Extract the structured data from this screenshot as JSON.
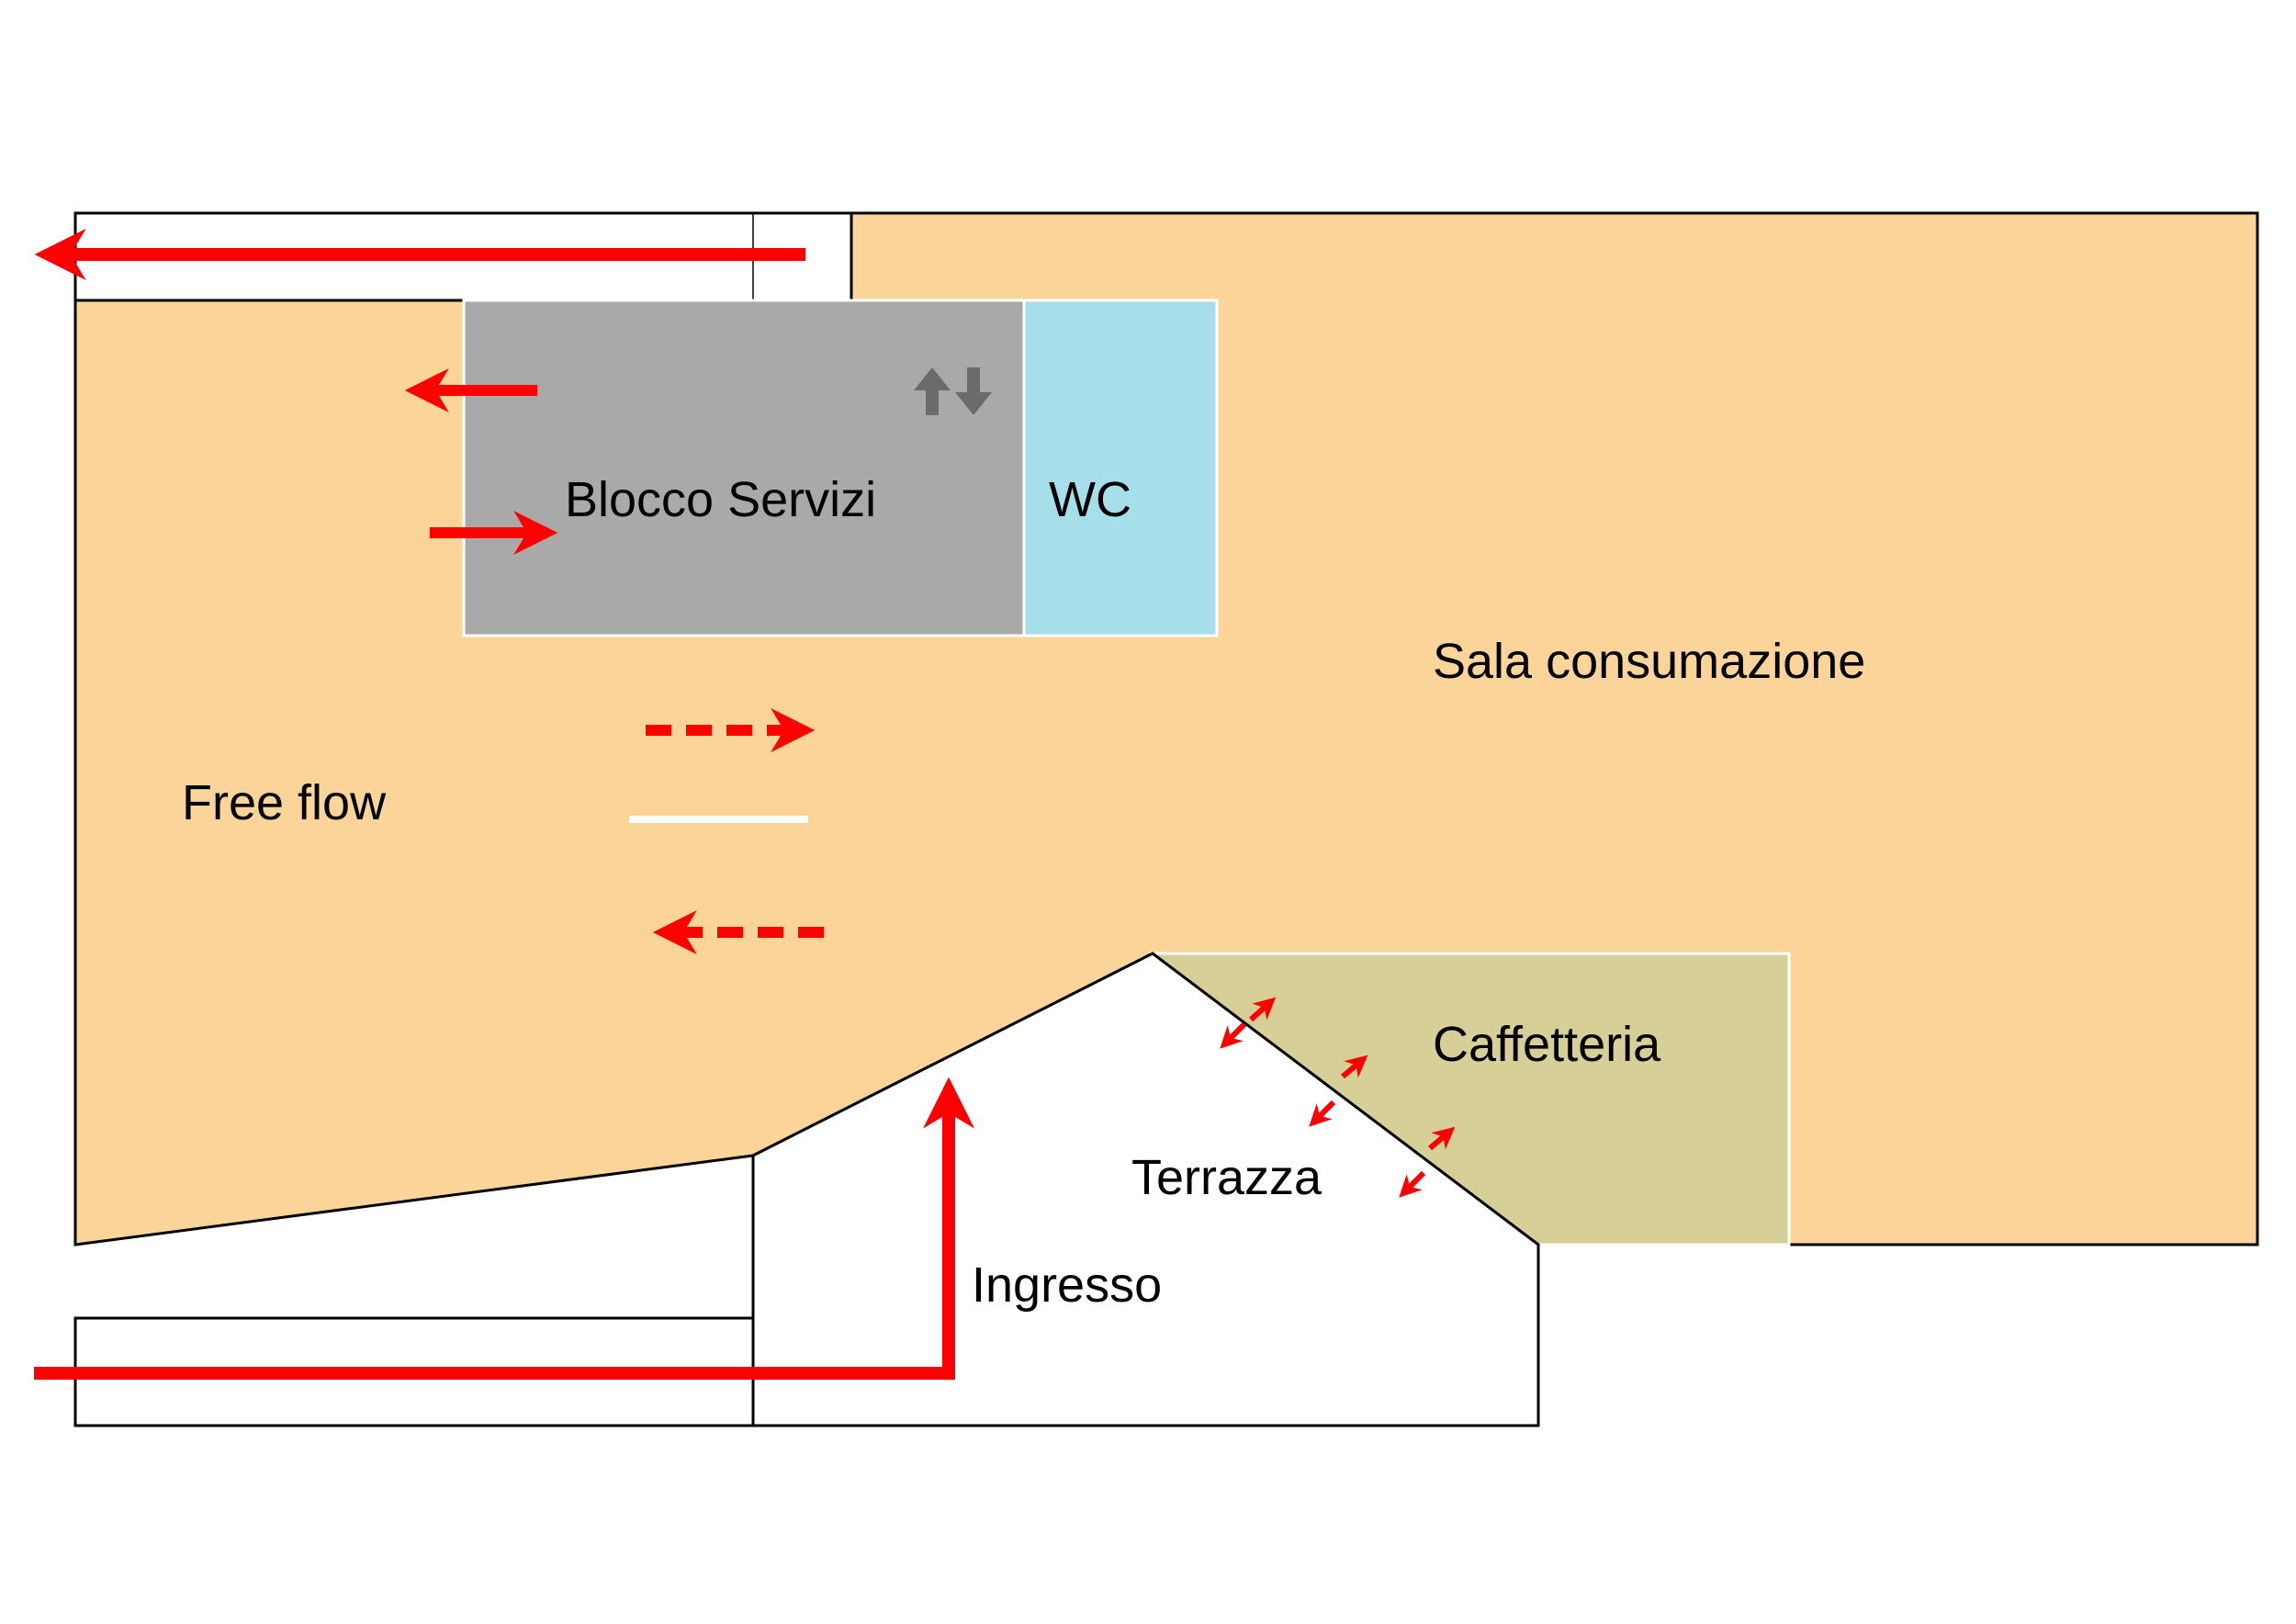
{
  "diagram": {
    "labels": {
      "blocco_servizi": "Blocco Servizi",
      "wc": "WC",
      "sala_consumazione": "Sala consumazione",
      "free_flow": "Free flow",
      "caffetteria": "Caffetteria",
      "terrazza": "Terrazza",
      "ingresso": "Ingresso"
    },
    "colors": {
      "sala": "#fad498",
      "servizi": "#a9a9a9",
      "wc": "#a6dfe9",
      "caffetteria": "#d6d098",
      "flow_arrows": "#ff0000",
      "lift_arrows": "#6b6b6b",
      "outline": "#000000"
    },
    "icons": {
      "lift": "up-down-arrows-icon"
    }
  }
}
